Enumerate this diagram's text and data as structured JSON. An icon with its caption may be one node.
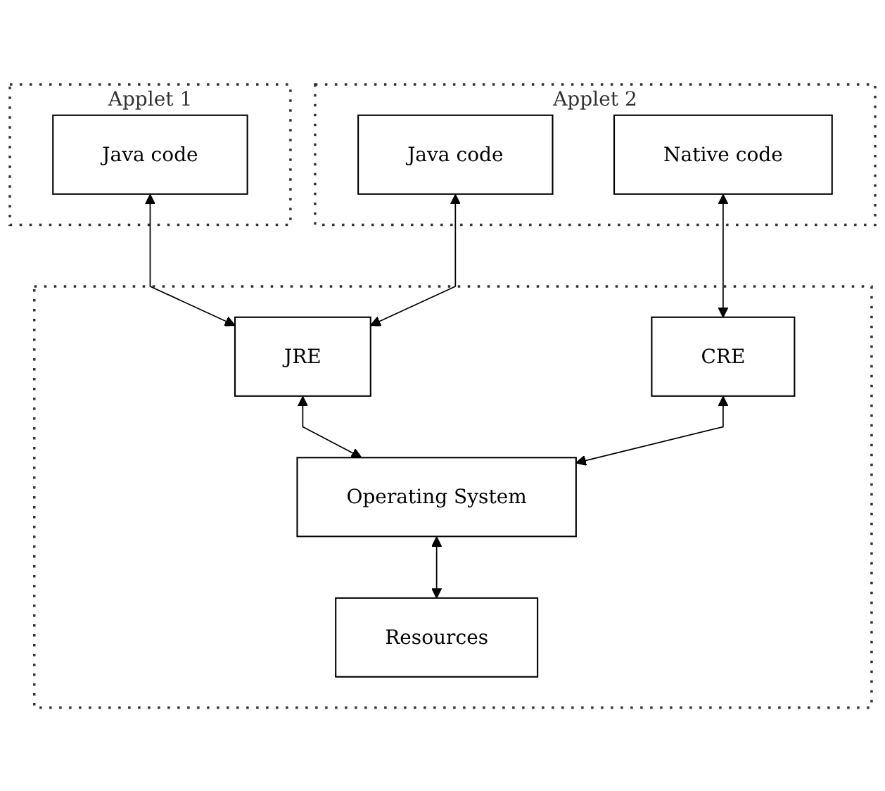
{
  "diagram": {
    "nodes": [
      {
        "text": [
          "Applet 1"
        ]
      },
      {
        "text": [
          "Java code"
        ],
        "in": 0
      },
      {
        "text": [
          "Applet 2"
        ]
      },
      {
        "text": [
          "Java code"
        ],
        "in": 2
      },
      {
        "text": [
          "Native code"
        ],
        "in": 2
      },
      {
        "text": [],
        "shape": "box"
      },
      {
        "text": [
          "JRE"
        ],
        "in": 5
      },
      {
        "text": [
          "CRE"
        ],
        "in": 5
      },
      {
        "text": [
          "Operating System"
        ],
        "in": 5
      },
      {
        "text": [
          "Resources"
        ],
        "in": 5
      }
    ],
    "edges": [
      {
        "from": 1,
        "to": 6,
        "arrow": "both"
      },
      {
        "from": 3,
        "to": 6,
        "arrow": "both"
      },
      {
        "from": 4,
        "to": 7,
        "arrow": "both"
      },
      {
        "from": 6,
        "to": 8,
        "arrow": "both"
      },
      {
        "from": 7,
        "to": 8,
        "arrow": "both"
      },
      {
        "from": 8,
        "to": 9,
        "arrow": "both"
      }
    ]
  }
}
